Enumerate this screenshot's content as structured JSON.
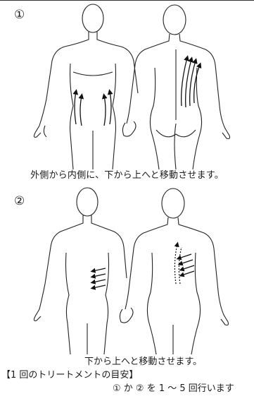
{
  "step1": {
    "marker": "①",
    "caption": "外側から内側に、下から上へと移動させます。"
  },
  "step2": {
    "marker": "②",
    "caption": "下から上へと移動させます。"
  },
  "guide": {
    "heading": "【1 回のトリートメントの目安】",
    "text": "① か ② を 1 ～ 5 回行います"
  }
}
